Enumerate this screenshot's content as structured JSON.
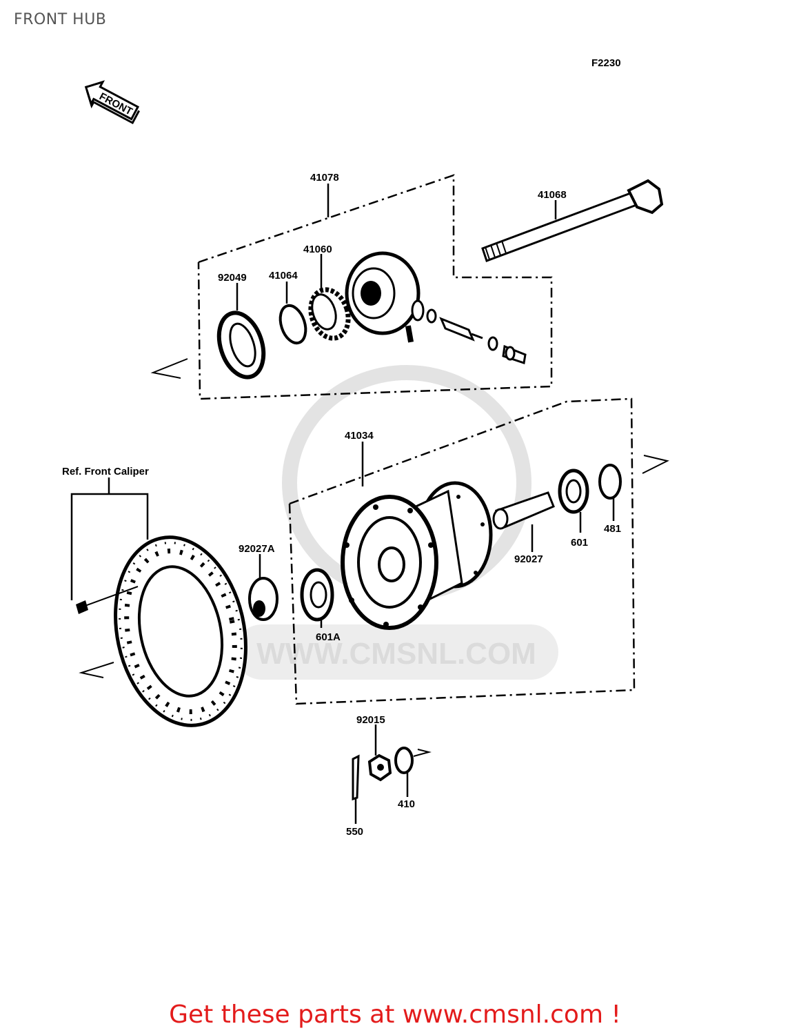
{
  "title": "FRONT HUB",
  "diagram_code": "F2230",
  "direction_label": "FRONT",
  "watermark_text": "WWW.CMSNL.COM",
  "footer_text": "Get these parts at www.cmsnl.com !",
  "parts": {
    "p41078": "41078",
    "p41068": "41068",
    "p41060": "41060",
    "p92049": "92049",
    "p41064": "41064",
    "p41034": "41034",
    "ref_caliper": "Ref. Front Caliper",
    "p92027A": "92027A",
    "p601A": "601A",
    "p92027": "92027",
    "p601": "601",
    "p481": "481",
    "p92015": "92015",
    "p410": "410",
    "p550": "550"
  },
  "colors": {
    "line": "#000000",
    "watermark": "#d8d8d8",
    "footer": "#e31b1b"
  }
}
